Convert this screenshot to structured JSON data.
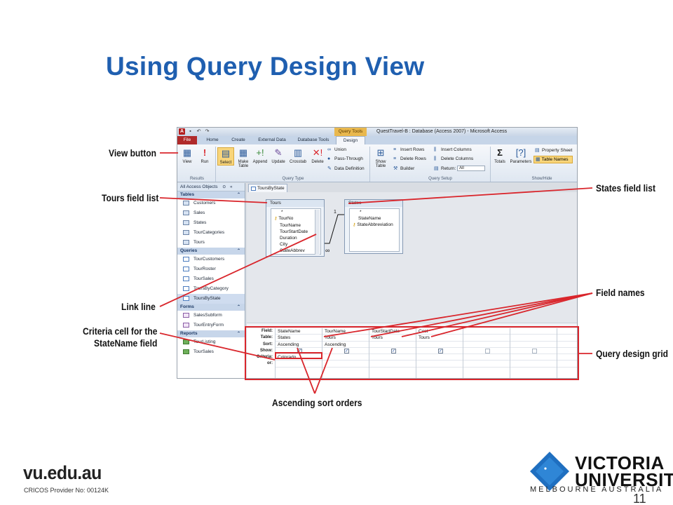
{
  "slide": {
    "title": "Using Query Design View",
    "page_number": "11"
  },
  "callouts": {
    "view_button": "View button",
    "tours_field_list": "Tours field list",
    "link_line": "Link line",
    "criteria_cell_line1": "Criteria cell for the",
    "criteria_cell_line2": "StateName field",
    "states_field_list": "States field list",
    "field_names": "Field names",
    "query_design_grid": "Query design grid",
    "ascending_sort_orders": "Ascending sort orders"
  },
  "access": {
    "window_title": "QuestTravel-B : Database (Access 2007) - Microsoft Access",
    "context_tab": "Query Tools",
    "app_icon": "A",
    "qat_icons": [
      "save-icon",
      "undo-icon",
      "redo-icon"
    ],
    "tabs": [
      "File",
      "Home",
      "Create",
      "External Data",
      "Database Tools",
      "Design"
    ],
    "ribbon": {
      "results": {
        "label": "Results",
        "buttons": [
          {
            "label": "View",
            "icon": "datasheet-view-icon"
          },
          {
            "label": "Run",
            "icon": "exclamation-icon"
          }
        ]
      },
      "query_type": {
        "label": "Query Type",
        "buttons": [
          {
            "label": "Select",
            "icon": "select-query-icon"
          },
          {
            "label": "Make Table",
            "icon": "make-table-icon"
          },
          {
            "label": "Append",
            "icon": "append-icon"
          },
          {
            "label": "Update",
            "icon": "update-icon"
          },
          {
            "label": "Crosstab",
            "icon": "crosstab-icon"
          },
          {
            "label": "Delete",
            "icon": "delete-query-icon"
          }
        ],
        "small": [
          "Union",
          "Pass-Through",
          "Data Definition"
        ]
      },
      "query_setup": {
        "label": "Query Setup",
        "show_table": "Show Table",
        "small_left": [
          "Insert Rows",
          "Delete Rows",
          "Builder"
        ],
        "small_right": [
          "Insert Columns",
          "Delete Columns",
          "Return:"
        ],
        "return_value": "All"
      },
      "show_hide": {
        "label": "Show/Hide",
        "totals": "Totals",
        "parameters": "Parameters",
        "property_sheet": "Property Sheet",
        "table_names": "Table Names"
      }
    },
    "nav": {
      "header": "All Access Objects",
      "sections": [
        {
          "name": "Tables",
          "kind": "t",
          "items": [
            "Customers",
            "Sales",
            "States",
            "TourCategories",
            "Tours"
          ]
        },
        {
          "name": "Queries",
          "kind": "q",
          "items": [
            "TourCustomers",
            "TourRoster",
            "TourSales",
            "ToursByCategory",
            "ToursByState"
          ]
        },
        {
          "name": "Forms",
          "kind": "f",
          "items": [
            "SalesSubform",
            "TourEntryForm"
          ]
        },
        {
          "name": "Reports",
          "kind": "r",
          "items": [
            "TourListing",
            "TourSales"
          ]
        }
      ],
      "selected_item": "ToursByState"
    },
    "document_tab": "ToursByState",
    "field_lists": {
      "tours": {
        "title": "Tours",
        "fields": [
          "*",
          "TourNo",
          "TourName",
          "TourStartDate",
          "Duration",
          "City",
          "StateAbbrev"
        ],
        "key_field": "TourNo"
      },
      "states": {
        "title": "States",
        "fields": [
          "*",
          "StateName",
          "StateAbbreviation"
        ],
        "key_field": "StateAbbreviation"
      }
    },
    "join": {
      "one_side": "1",
      "many_side": "∞"
    },
    "grid": {
      "row_labels": [
        "Field:",
        "Table:",
        "Sort:",
        "Show:",
        "Criteria:",
        "or:"
      ],
      "columns": [
        {
          "field": "StateName",
          "table": "States",
          "sort": "Ascending",
          "show": true,
          "criteria": "Colorado",
          "or": ""
        },
        {
          "field": "TourName",
          "table": "Tours",
          "sort": "Ascending",
          "show": true,
          "criteria": "",
          "or": ""
        },
        {
          "field": "TourStartDate",
          "table": "Tours",
          "sort": "",
          "show": true,
          "criteria": "",
          "or": ""
        },
        {
          "field": "Cost",
          "table": "Tours",
          "sort": "",
          "show": true,
          "criteria": "",
          "or": ""
        },
        {
          "field": "",
          "table": "",
          "sort": "",
          "show": false,
          "criteria": "",
          "or": ""
        },
        {
          "field": "",
          "table": "",
          "sort": "",
          "show": false,
          "criteria": "",
          "or": ""
        },
        {
          "field": "",
          "table": "",
          "sort": "",
          "show": null,
          "criteria": "",
          "or": ""
        }
      ]
    }
  },
  "footer": {
    "url": "vu.edu.au",
    "cricos": "CRICOS Provider No: 00124K",
    "logo_line1": "VICTORIA",
    "logo_line2": "UNIVERSITY",
    "logo_tagline": "MELBOURNE AUSTRALIA"
  },
  "colors": {
    "title": "#1f5fb0",
    "callout_line": "#d9262c",
    "highlight": "#f8d57a",
    "file_tab": "#b02a2a",
    "logo_blue": "#1f6fc0"
  }
}
